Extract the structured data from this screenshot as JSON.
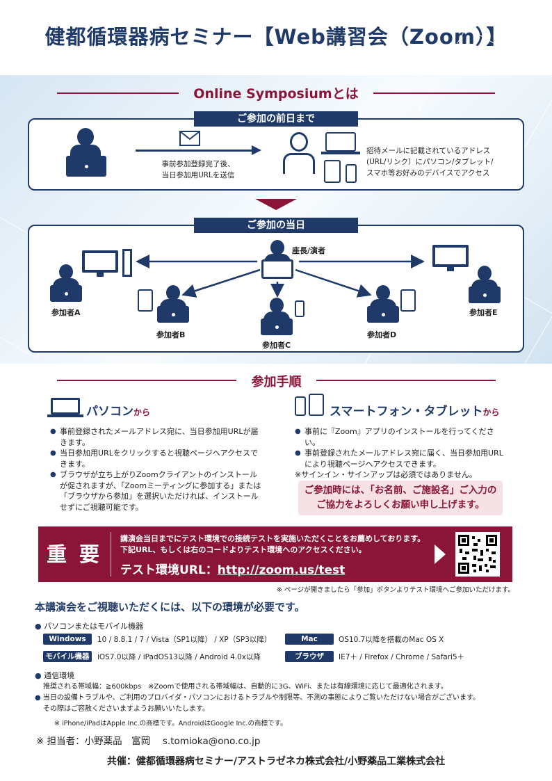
{
  "title": "健都循環器病セミナー【Web講習会（Zoom）】",
  "symposium": {
    "heading": "Online Symposiumとは",
    "before": {
      "tab": "ご参加の前日まで",
      "arrow_text": "事前参加登録完了後、\n当日参加用URLを送信",
      "access_text": "招待メールに記載されているアドレス\n(URL/リンク）にパソコン/タブレット/\nスマホ等お好みのデバイスでアクセス"
    },
    "day": {
      "tab": "ご参加の当日",
      "chair": "座長/演者",
      "participants": [
        "参加者A",
        "参加者B",
        "参加者C",
        "参加者D",
        "参加者E"
      ]
    }
  },
  "procedure": {
    "heading": "参加手順",
    "pc": {
      "title": "パソコン",
      "kara": "から",
      "items": [
        "事前登録されたメールアドレス宛に、当日参加用URLが届きます。",
        "当日参加用URLをクリックすると視聴ページへアクセスできます。",
        "ブラウザが立ち上がりZoomクライアントのインストールが促されますが、「Zoomミーティングに参加する」または「ブラウザから参加」を選択いただければ、インストールせずにご視聴可能です。"
      ]
    },
    "mobile": {
      "title": "スマートフォン・タブレット",
      "kara": "から",
      "items": [
        "事前に『Zoom』アプリのインストールを行ってください。",
        "事前登録されたメールアドレス宛に届く、当日参加用URLにより視聴ページへアクセスできます。"
      ],
      "note": "※サインイン・サインアップは必須ではありません。",
      "request": "ご参加時には、「お名前、ご施設名」ご入力の\nご協力をよろしくお願い申し上げます。"
    }
  },
  "important": {
    "label": "重 要",
    "line1": "講演会当日までにテスト環境での接続テストを実施いただくことをお薦めしております。",
    "line2": "下記URL、もしくは右のコードよりテスト環境へのアクセスください。",
    "url_label": "テスト環境URL：",
    "url": "http://zoom.us/test",
    "footnote": "※ ページが開きましたら「参加」ボタンよりテスト環境へご参加いただけます。"
  },
  "environment": {
    "heading": "本講演会をご視聴いただくには、以下の環境が必要です。",
    "device_heading": "パソコンまたはモバイル機器",
    "rows": [
      {
        "label": "Windows",
        "value": "10 / 8.8.1 / 7  / Vista（SP1以降） / XP（SP3以降）"
      },
      {
        "label": "Mac",
        "value": "OS10.7以降を搭載のMac OS X"
      },
      {
        "label": "モバイル機器",
        "value": "iOS7.0以降 / iPadOS13以降 / Android 4.0x以降"
      },
      {
        "label": "ブラウザ",
        "value": "IE7＋ / Firefox / Chrome / Safari5＋"
      }
    ],
    "network_heading": "通信環境",
    "network_text": "推奨される帯域幅：≧600kbps　※Zoomで使用される帯域幅は、自動的に3G、WiFi、または有線環境に応じて最適化されます。",
    "trouble_text": "当日の設備トラブルや、ご利用のプロバイダ・パソコンにおけるトラブルや制限等、不測の事態によりご覧いただけない場合がございます。",
    "trouble_text2": "その際はご容赦くださいますようお願いいたします。",
    "trademark": "※ iPhone/iPadはApple Inc.の商標です。AndroidはGoogle Inc.の商標です。"
  },
  "contact": "※ 担当者：小野薬品　富岡　 s.tomioka@ono.co.jp",
  "sponsor": "共催：健都循環器病セミナー/アストラゼネカ株式会社/小野薬品工業株式会社"
}
